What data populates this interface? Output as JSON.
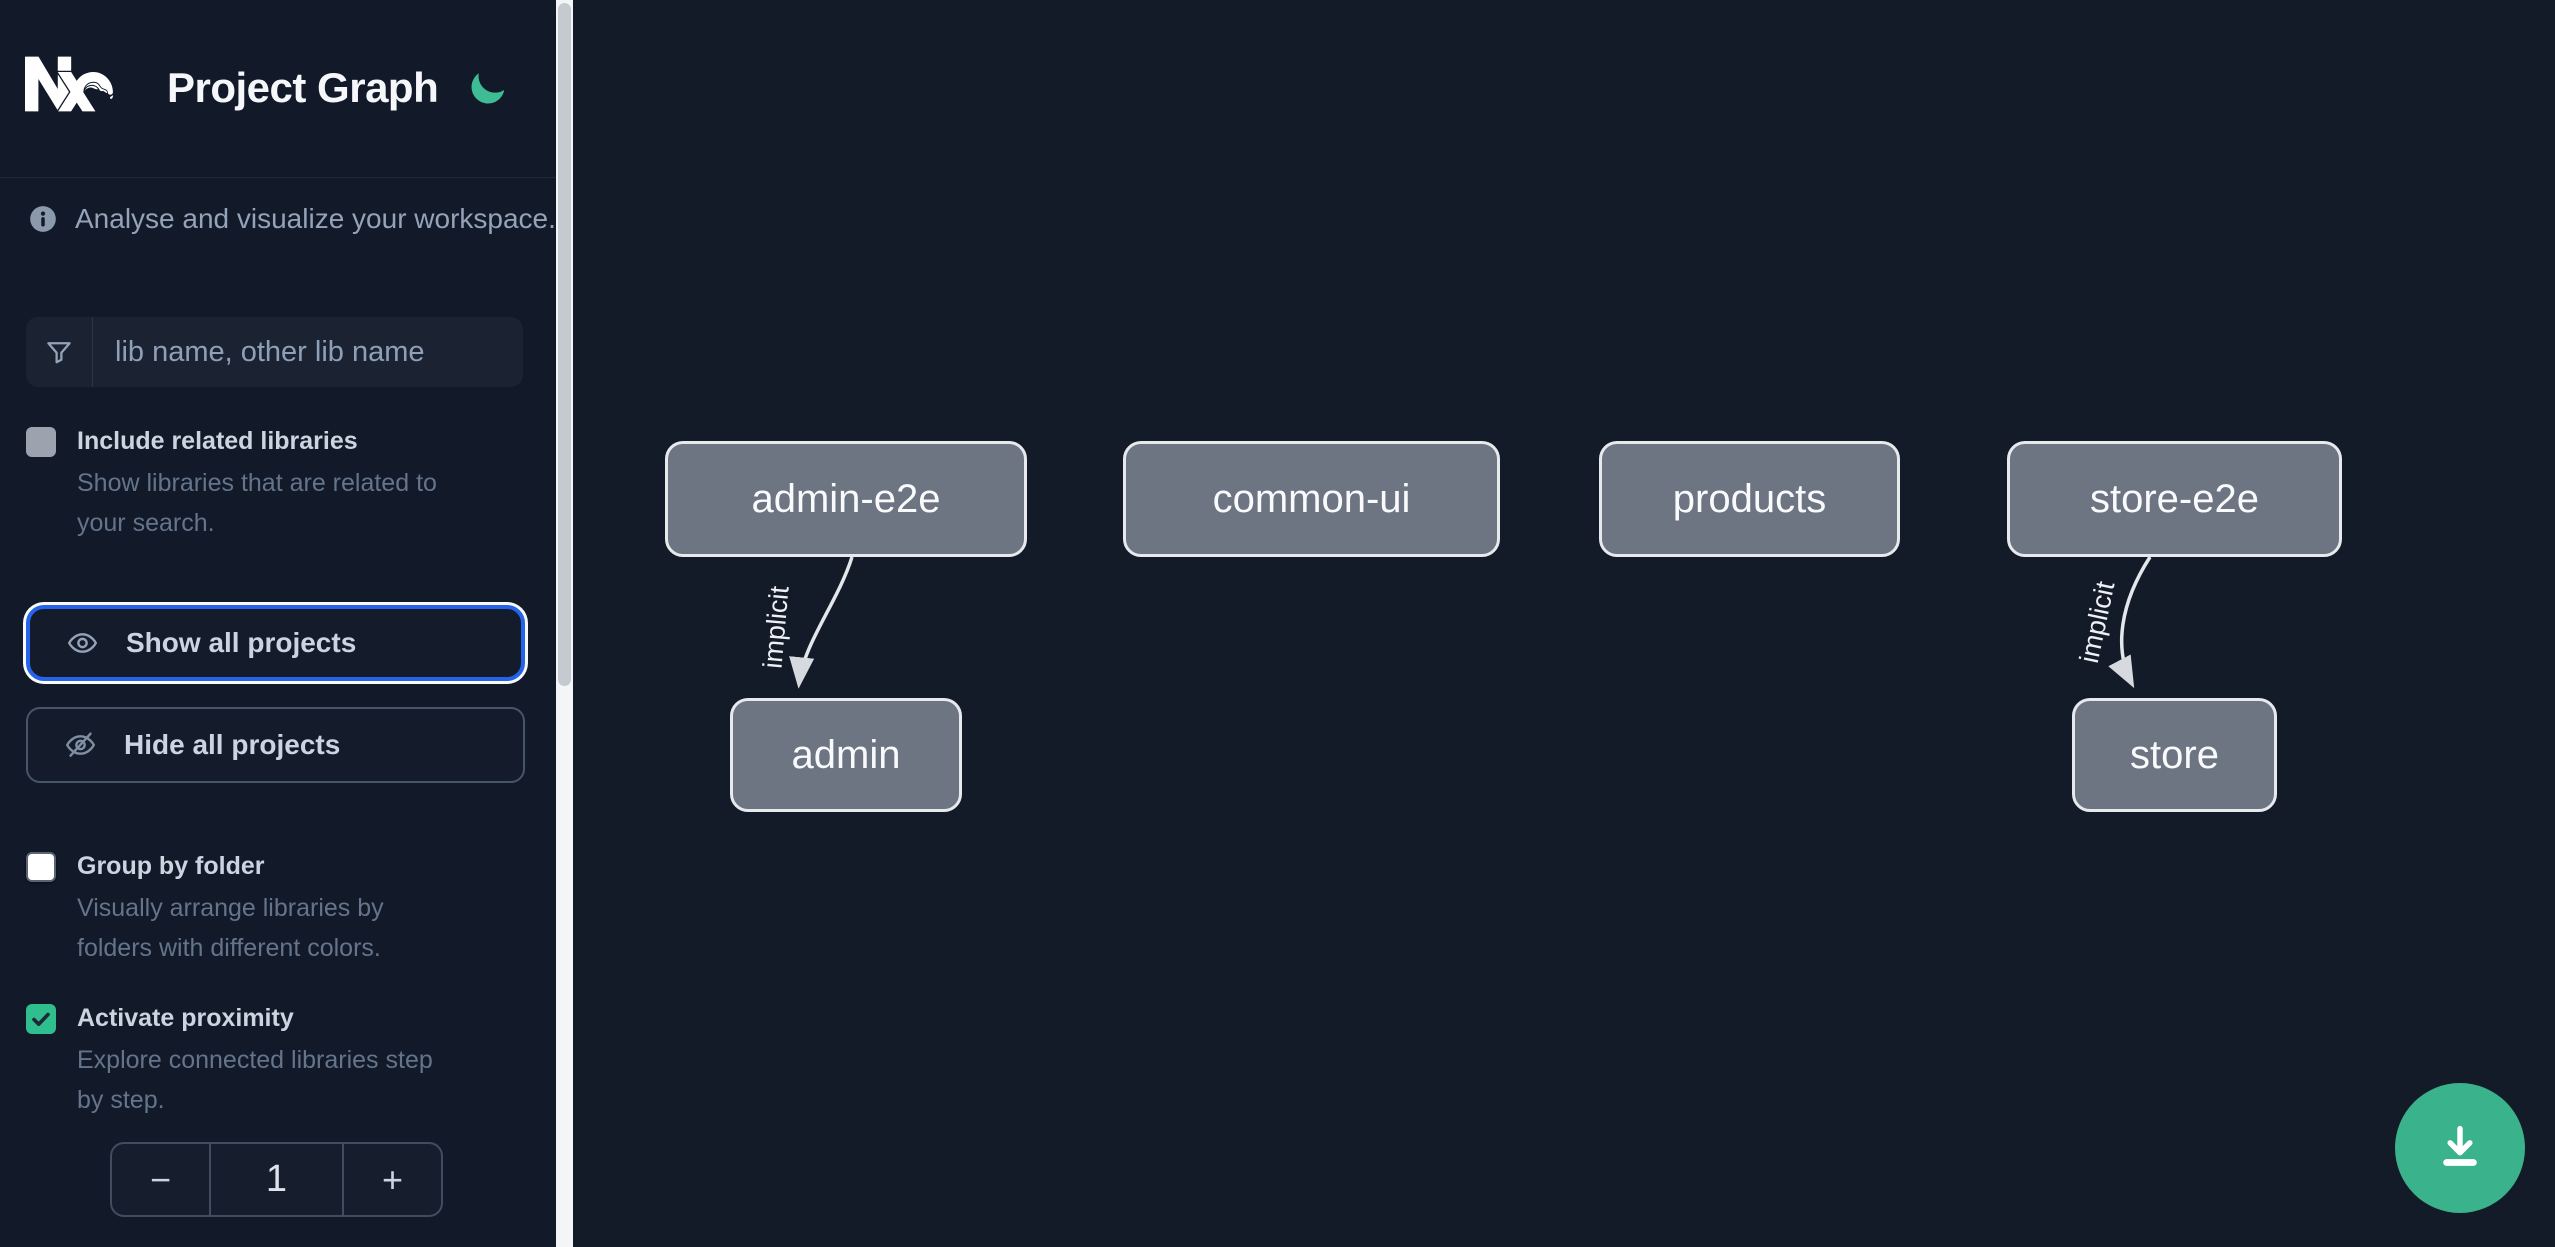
{
  "header": {
    "title": "Project Graph",
    "logo": "nx-logo",
    "theme_toggle_icon": "moon-icon"
  },
  "sidebar": {
    "tagline": "Analyse and visualize your workspace.",
    "search": {
      "placeholder": "lib name, other lib name",
      "value": ""
    },
    "checkboxes": [
      {
        "label": "Include related libraries",
        "description": "Show libraries that are related to\nyour search.",
        "checked": false,
        "disabled": true
      },
      {
        "label": "Group by folder",
        "description": "Visually arrange libraries by\nfolders with different colors.",
        "checked": false,
        "disabled": false
      },
      {
        "label": "Activate proximity",
        "description": "Explore connected libraries step\nby step.",
        "checked": true,
        "disabled": false
      }
    ],
    "buttons": [
      {
        "label": "Show all projects",
        "icon": "eye-icon",
        "focused": true
      },
      {
        "label": "Hide all projects",
        "icon": "eye-off-icon",
        "focused": false
      }
    ],
    "stepper": {
      "decrement_label": "−",
      "value": "1",
      "increment_label": "+"
    }
  },
  "graph": {
    "nodes": [
      {
        "id": "admin-e2e",
        "label": "admin-e2e"
      },
      {
        "id": "common-ui",
        "label": "common-ui"
      },
      {
        "id": "products",
        "label": "products"
      },
      {
        "id": "store-e2e",
        "label": "store-e2e"
      },
      {
        "id": "admin",
        "label": "admin"
      },
      {
        "id": "store",
        "label": "store"
      }
    ],
    "edges": [
      {
        "source": "admin-e2e",
        "target": "admin",
        "label": "implicit"
      },
      {
        "source": "store-e2e",
        "target": "store",
        "label": "implicit"
      }
    ]
  },
  "fab": {
    "icon": "download-icon"
  },
  "colors": {
    "sidebar_bg": "#121928",
    "canvas_bg": "#131a28",
    "focus_ring_blue": "#2563eb",
    "moon_green": "#3ebd95",
    "fab_green": "#3ab28c",
    "checkbox_green": "#2fbe8e",
    "node_fill": "#6d7482",
    "node_border": "#e7e9ed"
  }
}
